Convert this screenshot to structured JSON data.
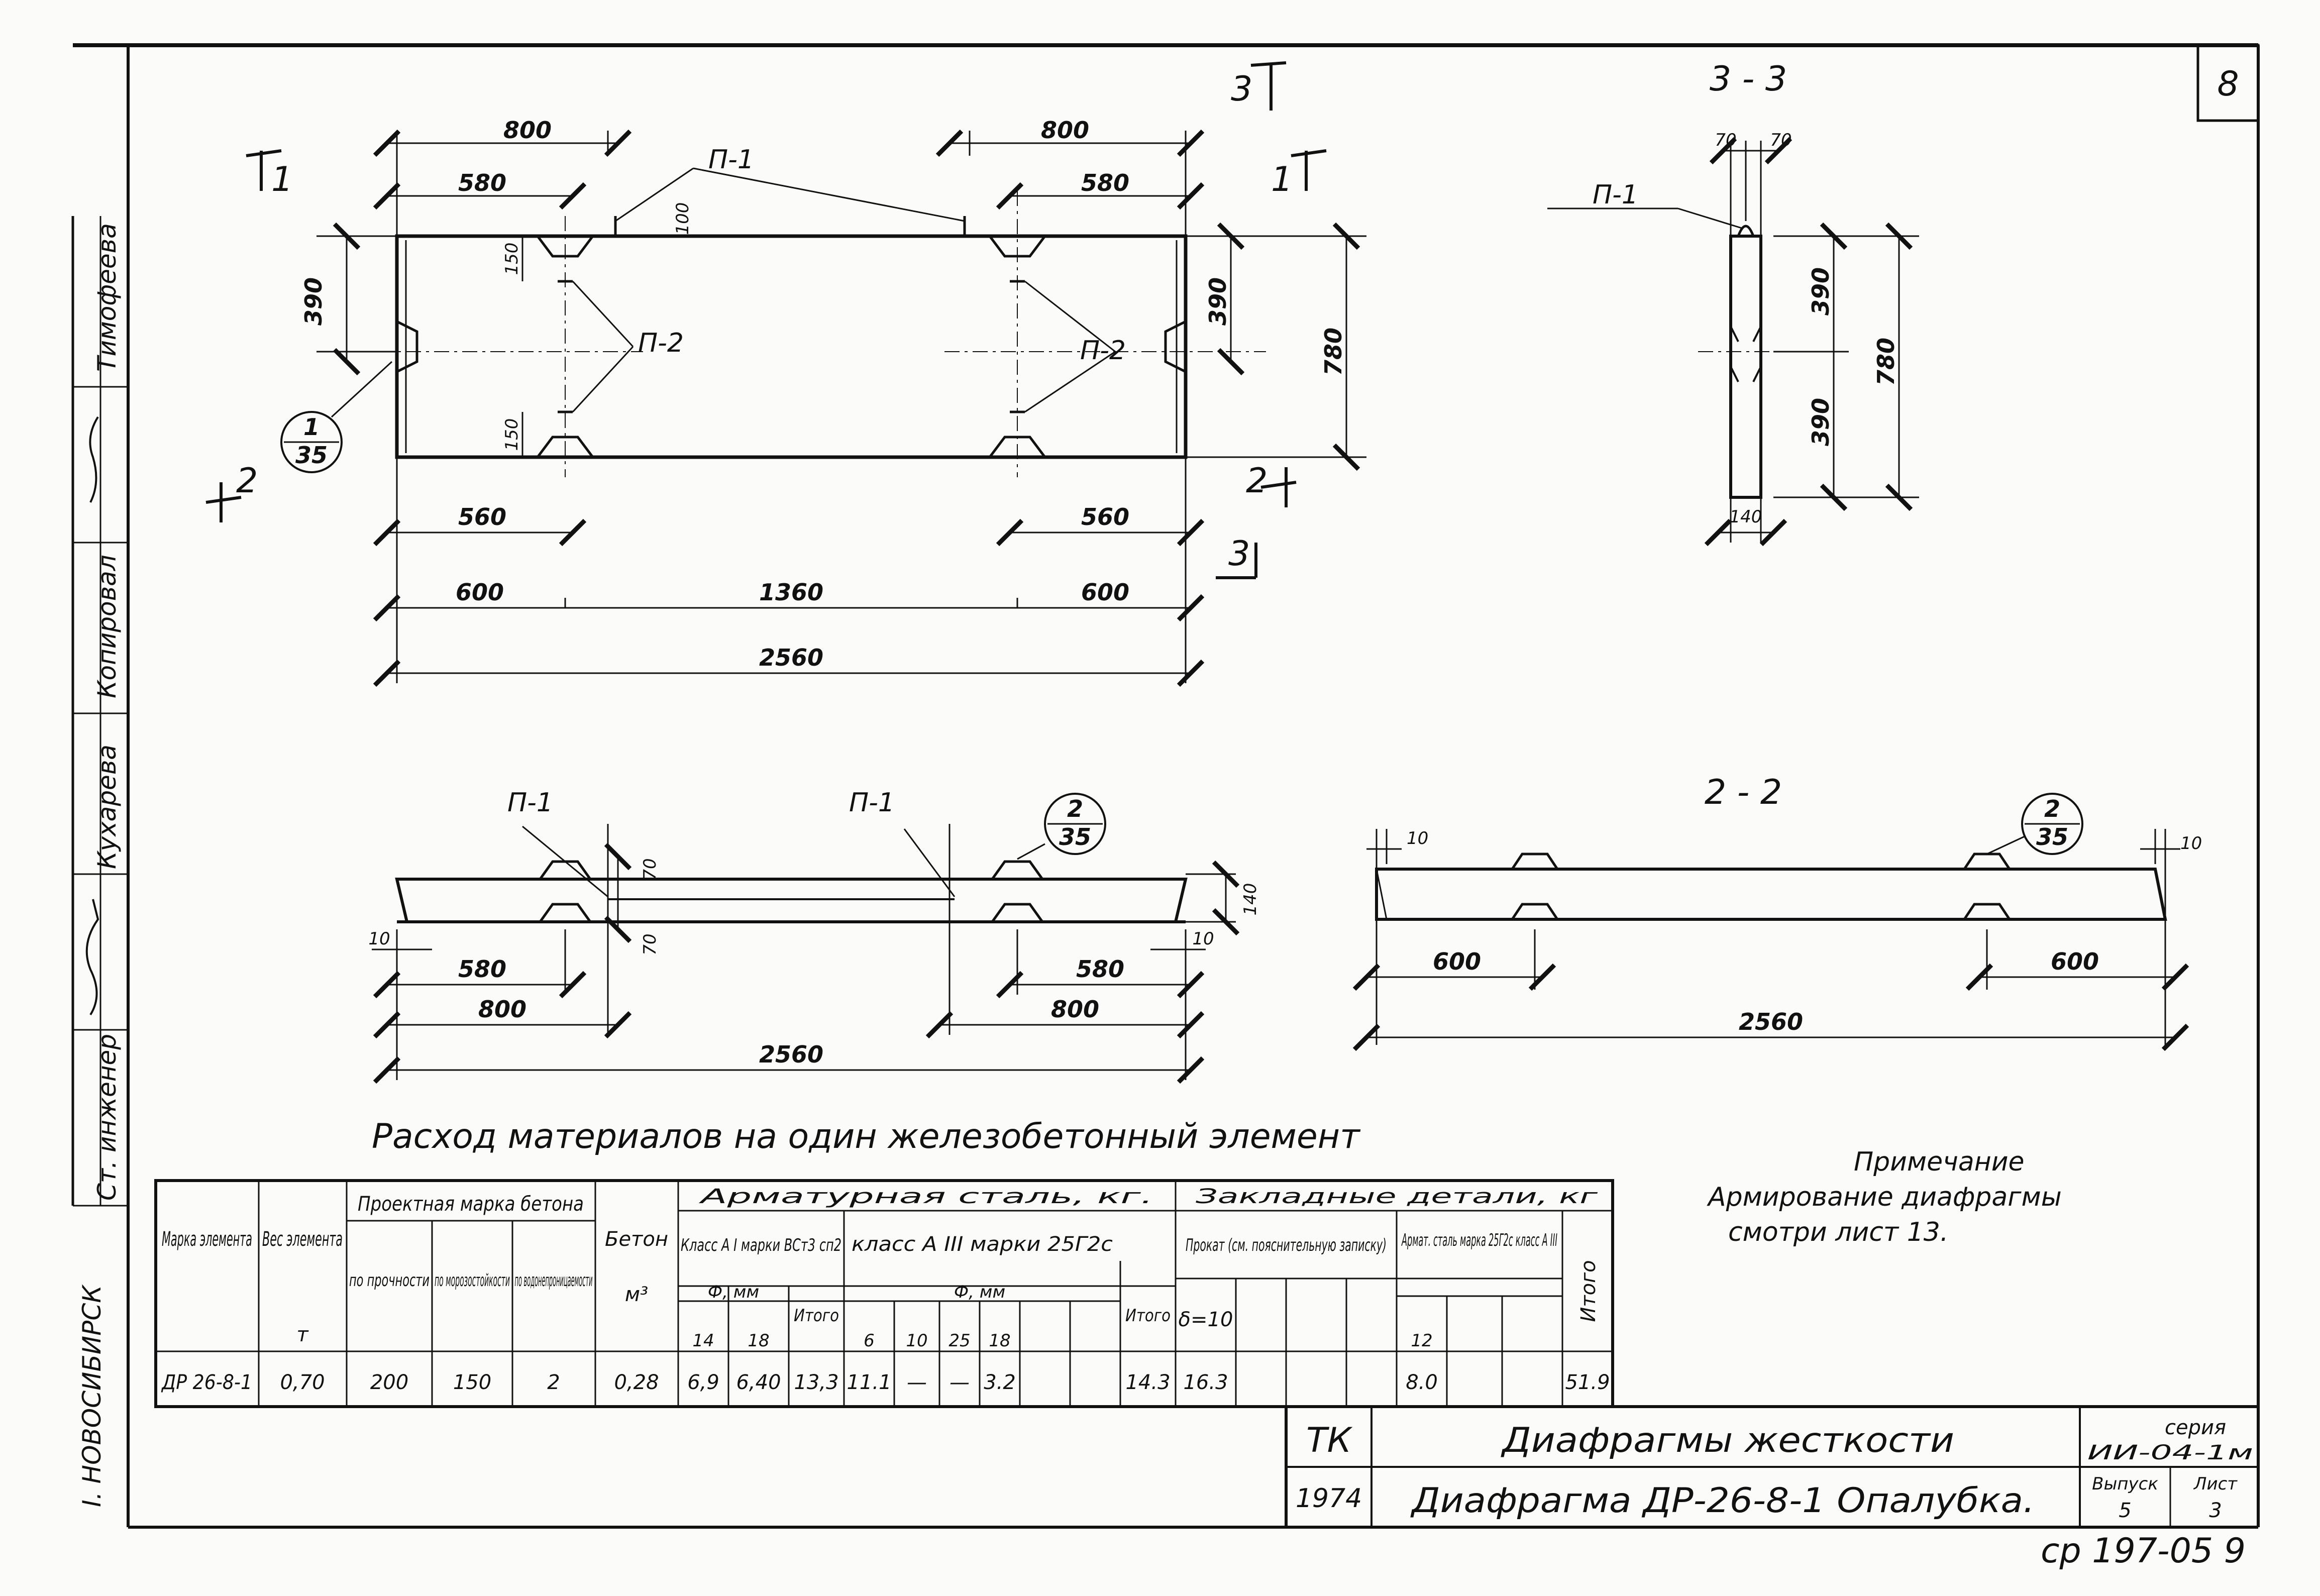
{
  "sheet": {
    "page_number": "8",
    "stamp": "ср 197-05 9",
    "side_strip": {
      "names": [
        "Тимофеева",
        "Копировал",
        "Кухарева",
        "Ст. инженер"
      ],
      "org": "I. НОВОСИБИРСК"
    }
  },
  "plan": {
    "overall": "2560",
    "top_left_800": "800",
    "top_right_800": "800",
    "top_left_580": "580",
    "top_right_580": "580",
    "bottom_left_560": "560",
    "bottom_right_560": "560",
    "span_600_left": "600",
    "span_1360": "1360",
    "span_600_right": "600",
    "height_left_390": "390",
    "height_right_390": "390",
    "height_780": "780",
    "dim_100": "100",
    "dim_150_top": "150",
    "dim_150_bottom": "150",
    "p1": "П-1",
    "p2_left": "П-2",
    "p2_right": "П-2",
    "section_1_left": "1",
    "section_1_right": "1",
    "section_2_left": "2",
    "section_2_right": "2",
    "section_3_top": "3",
    "section_3_bottom": "3",
    "callout_num": "1",
    "callout_sheet": "35"
  },
  "section33": {
    "title": "3 - 3",
    "dim_70a": "70",
    "dim_70b": "70",
    "dim_390a": "390",
    "dim_390b": "390",
    "dim_780": "780",
    "dim_140": "140",
    "p1": "П-1"
  },
  "top_view": {
    "p1_left": "П-1",
    "p1_mid": "П-1",
    "dim_70a": "70",
    "dim_70b": "70",
    "dim_140": "140",
    "dim_10_left": "10",
    "dim_10_right": "10",
    "dim_580_left": "580",
    "dim_580_right": "580",
    "dim_800_left": "800",
    "dim_800_right": "800",
    "overall": "2560",
    "callout_num": "2",
    "callout_sheet": "35"
  },
  "section22": {
    "title": "2 - 2",
    "dim_10_left": "10",
    "dim_10_right": "10",
    "dim_600_left": "600",
    "dim_600_right": "600",
    "overall": "2560",
    "callout_num": "2",
    "callout_sheet": "35"
  },
  "materials": {
    "title": "Расход материалов на один железобетонный элемент",
    "h_mark": "Марка элемента",
    "h_weight": "Вес элемента",
    "h_weight_unit": "т",
    "h_concrete_grade": "Проектная марка бетона",
    "h_strength": "по прочности",
    "h_frost": "по морозостойкости",
    "h_water": "по водонепроницаемости",
    "h_concrete": "Бетон",
    "h_concrete_unit": "м³",
    "h_rebar": "Арматурная сталь, кг.",
    "h_class1": "Класс А I марки ВСт3 сп2",
    "h_class3": "класс А III марки 25Г2с",
    "h_phi_mm": "Ф, мм",
    "h_total": "Итого",
    "h_embedded": "Закладные детали, кг",
    "h_rolled": "Прокат (см. пояснительную записку)",
    "h_steel": "Армат. сталь марка 25Г2с класс А III",
    "h_delta": "δ=10",
    "h_grand": "Итого",
    "sub_14": "14",
    "sub_18": "18",
    "sub_6": "6",
    "sub_10": "10",
    "sub_25": "25",
    "sub_18b": "18",
    "sub_12": "12",
    "row": {
      "mark": "ДР 26-8-1",
      "weight": "0,70",
      "strength": "200",
      "frost": "150",
      "water": "2",
      "concrete": "0,28",
      "a1_14": "6,9",
      "a1_18": "6,40",
      "a1_total": "13,3",
      "a3_6": "11.1",
      "a3_10": "—",
      "a3_25": "—",
      "a3_18": "3.2",
      "a3_total": "14.3",
      "rolled_10": "16.3",
      "steel_12": "8.0",
      "grand": "51.9"
    }
  },
  "note": {
    "title": "Примечание",
    "text_line1": "Армирование диафрагмы",
    "text_line2": "смотри лист 13."
  },
  "title_block": {
    "org": "ТК",
    "year": "1974",
    "title1": "Диафрагмы жесткости",
    "title2": "Диафрагма ДР-26-8-1 Опалубка.",
    "series_label": "серия",
    "series_value": "ИИ-04-1м",
    "issue_label": "Выпуск",
    "issue_value": "5",
    "sheet_label": "Лист",
    "sheet_value": "3"
  }
}
